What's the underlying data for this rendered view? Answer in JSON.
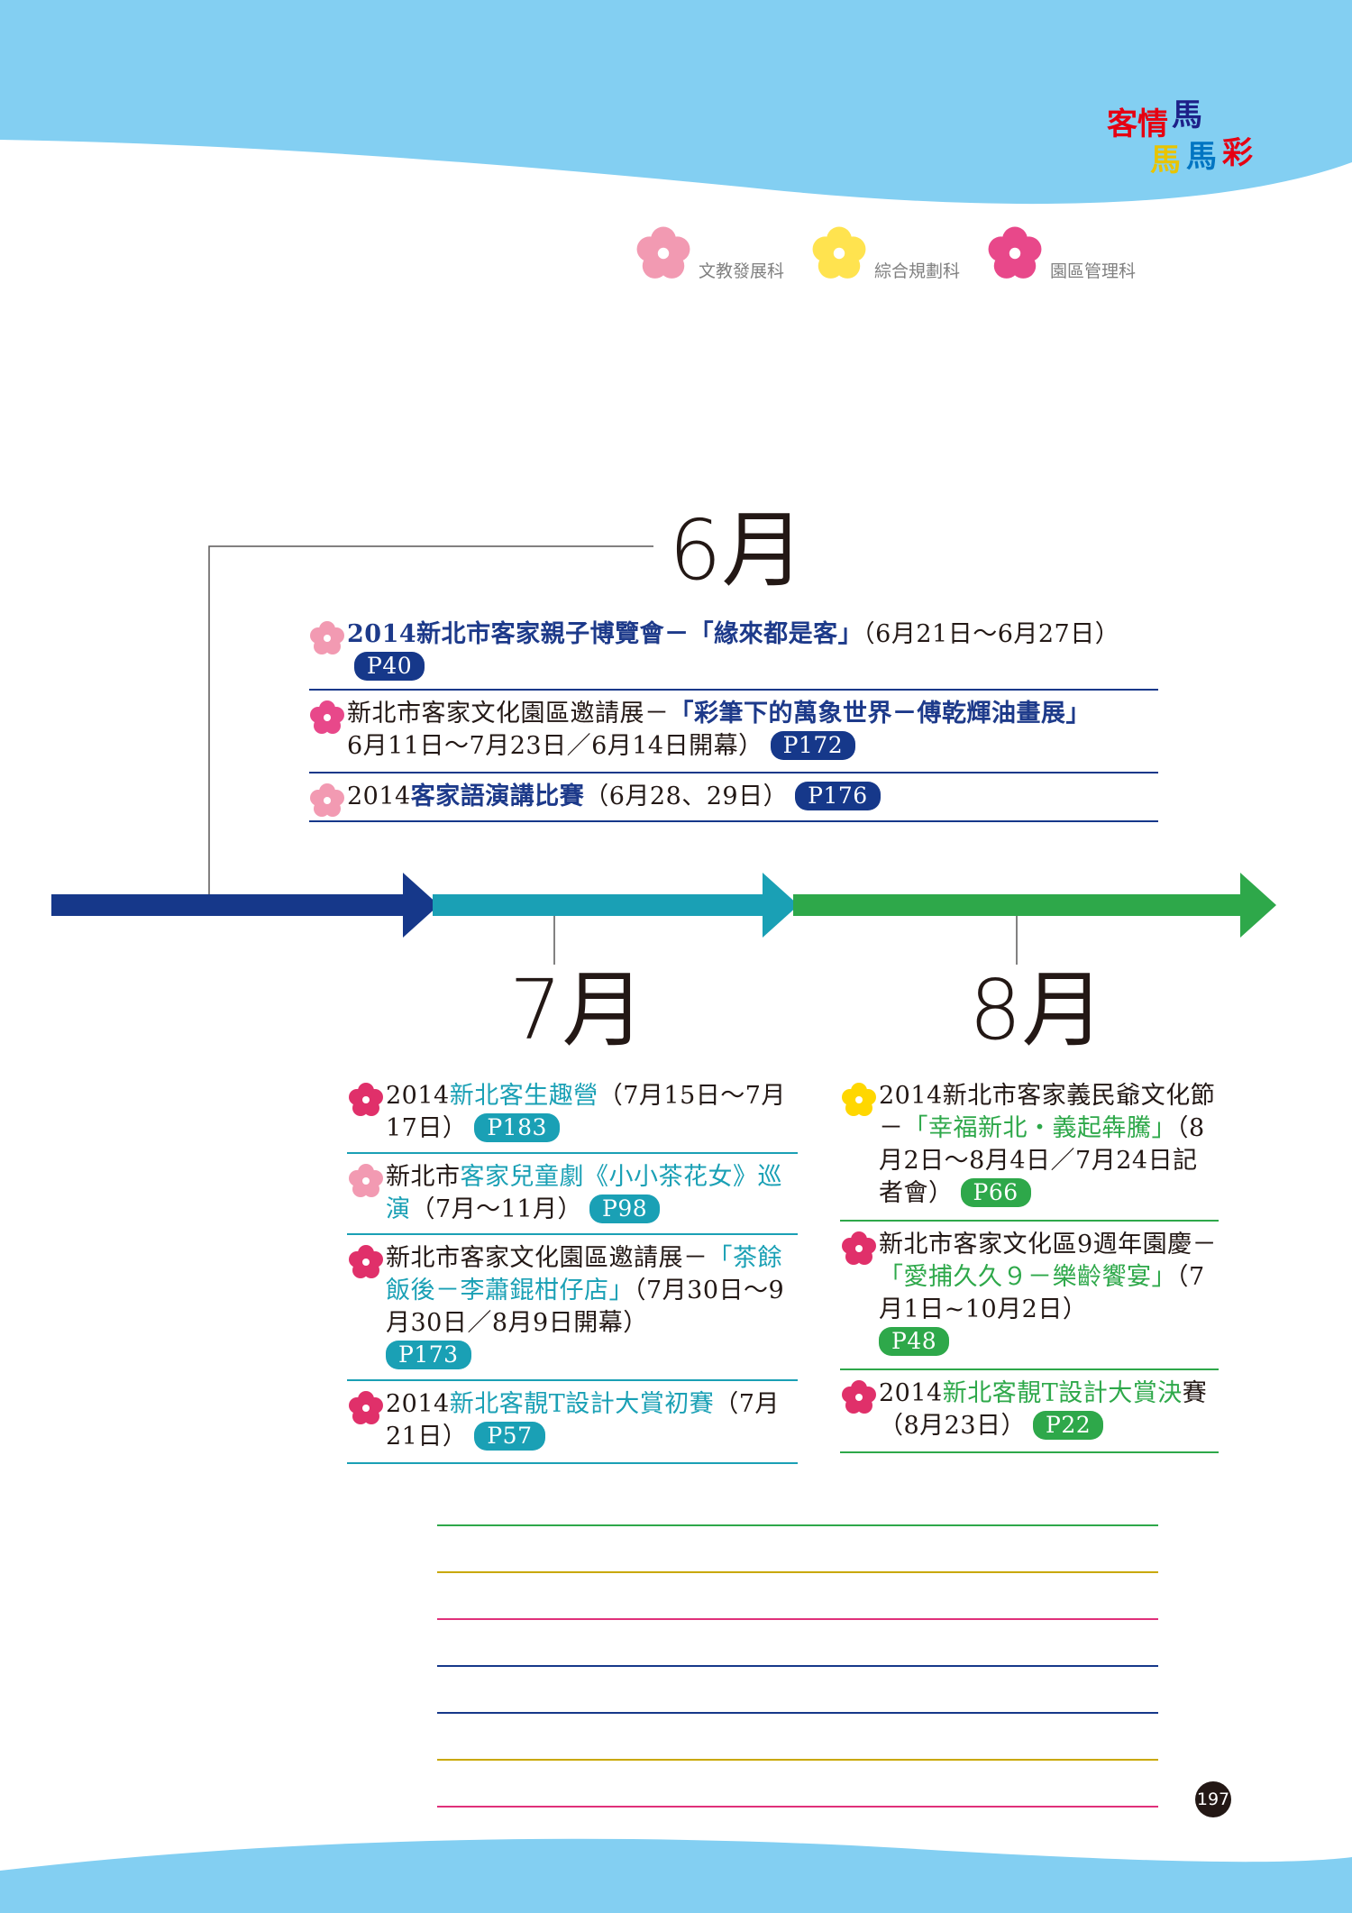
{
  "header": {
    "logo_text_1": "客情",
    "logo_char_ma1": "馬",
    "logo_char_ma2": "馬",
    "logo_char_ma3": "馬",
    "logo_text_2": "彩"
  },
  "legend": [
    {
      "label": "文教發展科",
      "color": "#f29ab2",
      "icon": "flower-icon"
    },
    {
      "label": "綜合規劃科",
      "color": "#ffe34f",
      "icon": "flower-icon"
    },
    {
      "label": "園區管理科",
      "color": "#e8488a",
      "icon": "flower-icon"
    }
  ],
  "colors": {
    "june": "#16388a",
    "july": "#1aa0b5",
    "august": "#2ea84a",
    "sky": "#83cff2"
  },
  "timeline": {
    "june": {
      "label": "6月",
      "events": [
        {
          "pre": "",
          "highlight": "2014新北市客家親子博覽會－「緣來都是客」",
          "post": "（6月21日～6月27日）",
          "page": "P40",
          "dept": "文教發展科"
        },
        {
          "pre": "新北市客家文化園區邀請展－",
          "highlight": "「彩筆下的萬象世界－傅乾輝油畫展」",
          "post": "6月11日～7月23日／6月14日開幕）",
          "page": "P172",
          "dept": "園區管理科"
        },
        {
          "pre": "2014",
          "highlight": "客家語演講比賽",
          "post": "（6月28、29日）",
          "page": "P176",
          "dept": "文教發展科"
        }
      ]
    },
    "july": {
      "label": "7月",
      "events": [
        {
          "pre": "2014",
          "highlight": "新北客生趣營",
          "post": "（7月15日～7月17日）",
          "page": "P183",
          "dept": "園區管理科"
        },
        {
          "pre": "新北市",
          "highlight": "客家兒童劇《小小茶花女》巡演",
          "post": "（7月～11月）",
          "page": "P98",
          "dept": "文教發展科"
        },
        {
          "pre": "新北市客家文化園區邀請展－",
          "highlight": "「茶餘飯後－李蕭錕柑仔店」",
          "post": "（7月30日～9月30日／8月9日開幕）",
          "page": "P173",
          "dept": "園區管理科"
        },
        {
          "pre": "2014",
          "highlight": "新北客靚T設計大賞初賽",
          "post": "（7月21日）",
          "page": "P57",
          "dept": "園區管理科"
        }
      ]
    },
    "august": {
      "label": "8月",
      "events": [
        {
          "pre": "2014新北市客家義民爺文化節－",
          "highlight": "「幸福新北‧義起犇騰」",
          "post": "（8月2日～8月4日／7月24日記者會）",
          "page": "P66",
          "dept": "綜合規劃科"
        },
        {
          "pre": "新北市客家文化區9週年園慶－",
          "highlight": "「愛捕久久９－樂齡饗宴」",
          "post": "（7月1日~10月2日）",
          "page": "P48",
          "dept": "園區管理科"
        },
        {
          "pre": "2014",
          "highlight": "新北客靚T設計大賞決",
          "post": "賽（8月23日）",
          "page": "P22",
          "dept": "園區管理科"
        }
      ]
    }
  },
  "footer": {
    "page_number": "197"
  }
}
